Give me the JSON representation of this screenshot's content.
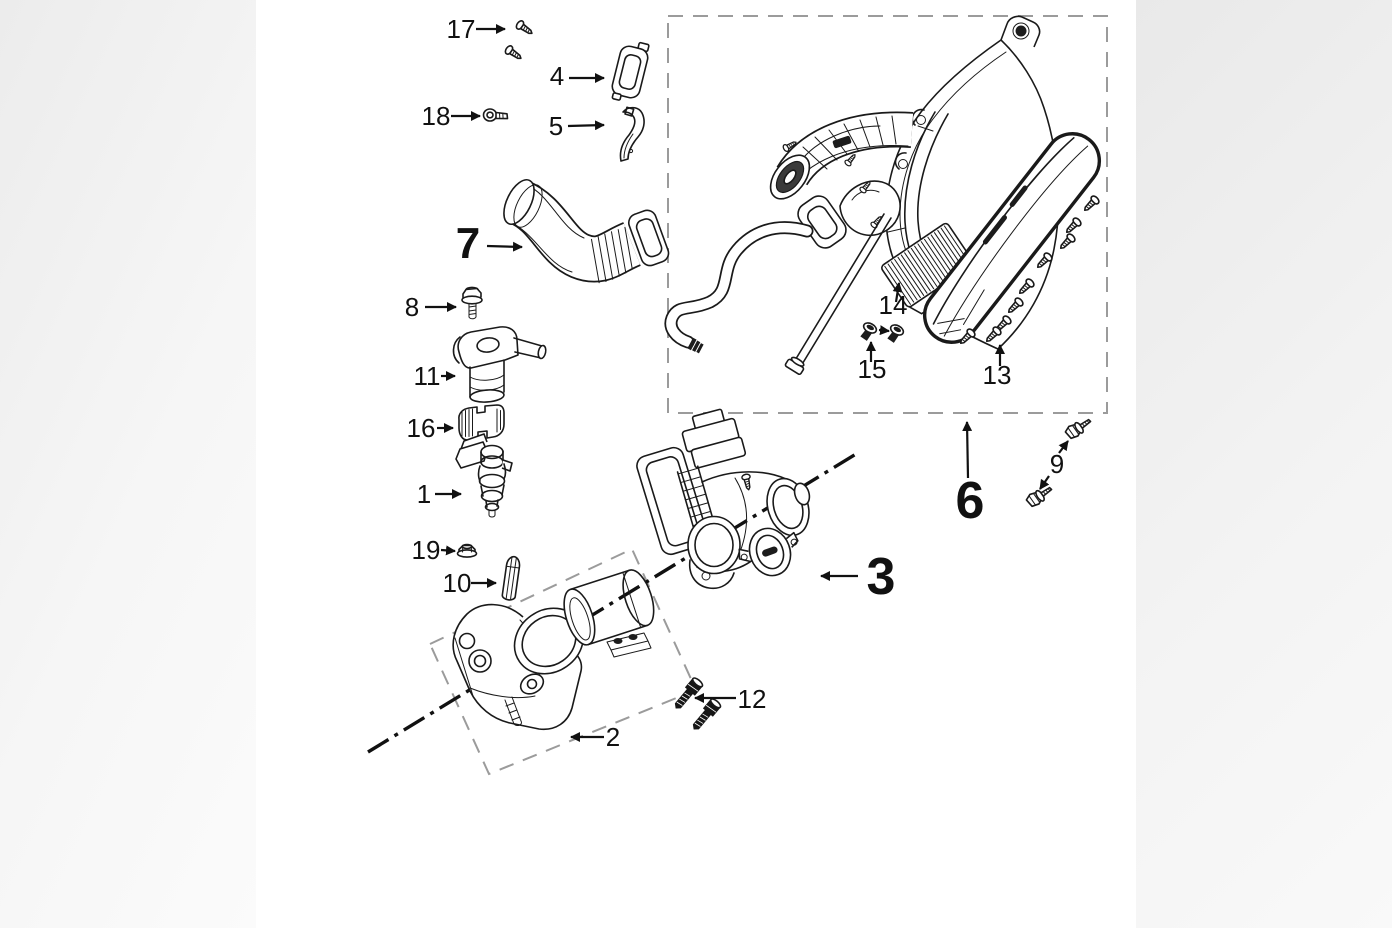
{
  "diagram": {
    "type": "exploded-parts-diagram",
    "colors": {
      "background": "#ffffff",
      "letterbox": "#ececec",
      "line": "#1a1a1a",
      "dashed_box": "#9b9b9b",
      "label": "#111111"
    },
    "callouts": {
      "c1": {
        "label": "1"
      },
      "c2": {
        "label": "2"
      },
      "c3": {
        "label": "3"
      },
      "c4": {
        "label": "4"
      },
      "c5": {
        "label": "5"
      },
      "c6": {
        "label": "6"
      },
      "c7": {
        "label": "7"
      },
      "c8": {
        "label": "8"
      },
      "c9": {
        "label": "9"
      },
      "c10": {
        "label": "10"
      },
      "c11": {
        "label": "11"
      },
      "c12": {
        "label": "12"
      },
      "c13": {
        "label": "13"
      },
      "c14": {
        "label": "14"
      },
      "c15": {
        "label": "15"
      },
      "c16": {
        "label": "16"
      },
      "c17": {
        "label": "17"
      },
      "c18": {
        "label": "18"
      },
      "c19": {
        "label": "19"
      }
    }
  }
}
